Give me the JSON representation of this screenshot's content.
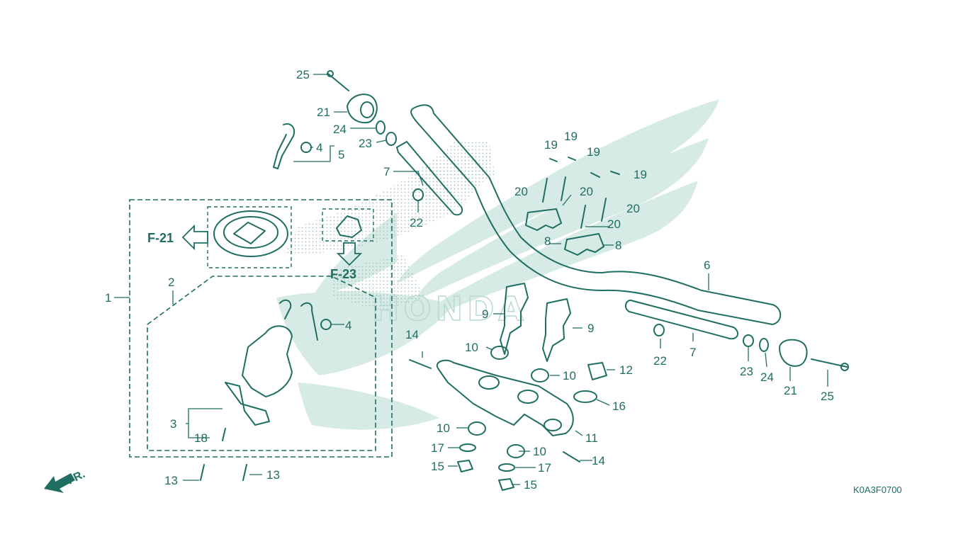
{
  "diagram_code": "K0A3F0700",
  "front_indicator": "FR.",
  "references": {
    "f21": "F-21",
    "f23": "F-23"
  },
  "watermark": {
    "brand": "HONDA",
    "color": "#bfe0d8"
  },
  "colors": {
    "line": "#1f6e62",
    "watermark": "#cfe7e1"
  },
  "callouts": [
    {
      "id": "c25a",
      "num": "25"
    },
    {
      "id": "c21a",
      "num": "21"
    },
    {
      "id": "c24a",
      "num": "24"
    },
    {
      "id": "c23a",
      "num": "23"
    },
    {
      "id": "c7a",
      "num": "7"
    },
    {
      "id": "c22a",
      "num": "22"
    },
    {
      "id": "c4a",
      "num": "4"
    },
    {
      "id": "c5",
      "num": "5"
    },
    {
      "id": "c1",
      "num": "1"
    },
    {
      "id": "c2",
      "num": "2"
    },
    {
      "id": "c4b",
      "num": "4"
    },
    {
      "id": "c3",
      "num": "3"
    },
    {
      "id": "c18",
      "num": "18"
    },
    {
      "id": "c13a",
      "num": "13"
    },
    {
      "id": "c13b",
      "num": "13"
    },
    {
      "id": "c19a",
      "num": "19"
    },
    {
      "id": "c19b",
      "num": "19"
    },
    {
      "id": "c19c",
      "num": "19"
    },
    {
      "id": "c19d",
      "num": "19"
    },
    {
      "id": "c20a",
      "num": "20"
    },
    {
      "id": "c20b",
      "num": "20"
    },
    {
      "id": "c20c",
      "num": "20"
    },
    {
      "id": "c20d",
      "num": "20"
    },
    {
      "id": "c8a",
      "num": "8"
    },
    {
      "id": "c8b",
      "num": "8"
    },
    {
      "id": "c6",
      "num": "6"
    },
    {
      "id": "c9a",
      "num": "9"
    },
    {
      "id": "c9b",
      "num": "9"
    },
    {
      "id": "c10a",
      "num": "10"
    },
    {
      "id": "c10b",
      "num": "10"
    },
    {
      "id": "c10c",
      "num": "10"
    },
    {
      "id": "c10d",
      "num": "10"
    },
    {
      "id": "c14a",
      "num": "14"
    },
    {
      "id": "c14b",
      "num": "14"
    },
    {
      "id": "c12",
      "num": "12"
    },
    {
      "id": "c16",
      "num": "16"
    },
    {
      "id": "c11",
      "num": "11"
    },
    {
      "id": "c17a",
      "num": "17"
    },
    {
      "id": "c17b",
      "num": "17"
    },
    {
      "id": "c15a",
      "num": "15"
    },
    {
      "id": "c15b",
      "num": "15"
    },
    {
      "id": "c22b",
      "num": "22"
    },
    {
      "id": "c7b",
      "num": "7"
    },
    {
      "id": "c23b",
      "num": "23"
    },
    {
      "id": "c24b",
      "num": "24"
    },
    {
      "id": "c21b",
      "num": "21"
    },
    {
      "id": "c25b",
      "num": "25"
    }
  ]
}
